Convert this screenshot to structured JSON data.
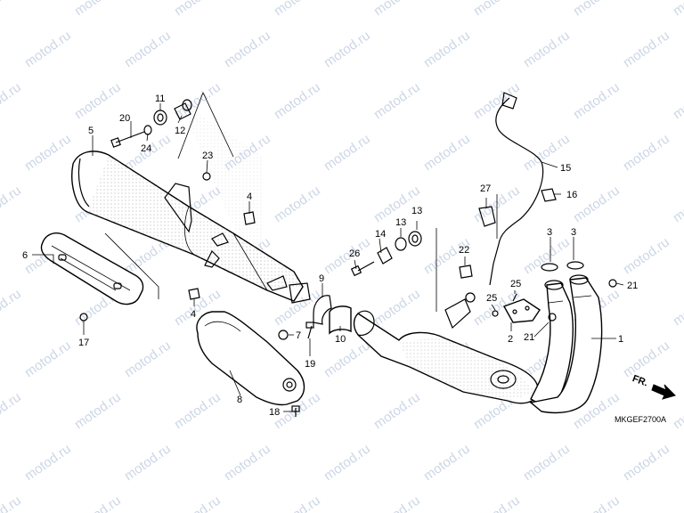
{
  "watermark": "motod.ru",
  "diagram_code": "MKGEF2700A",
  "direction_label": "FR.",
  "parts": {
    "p1": "1",
    "p2": "2",
    "p3a": "3",
    "p3b": "3",
    "p4a": "4",
    "p4b": "4",
    "p5": "5",
    "p6": "6",
    "p7": "7",
    "p8": "8",
    "p9": "9",
    "p10": "10",
    "p11": "11",
    "p12": "12",
    "p13a": "13",
    "p13b": "13",
    "p14": "14",
    "p15": "15",
    "p16": "16",
    "p17": "17",
    "p18": "18",
    "p19": "19",
    "p20": "20",
    "p21a": "21",
    "p21b": "21",
    "p22": "22",
    "p23": "23",
    "p24": "24",
    "p25a": "25",
    "p25b": "25",
    "p26": "26",
    "p27": "27"
  }
}
